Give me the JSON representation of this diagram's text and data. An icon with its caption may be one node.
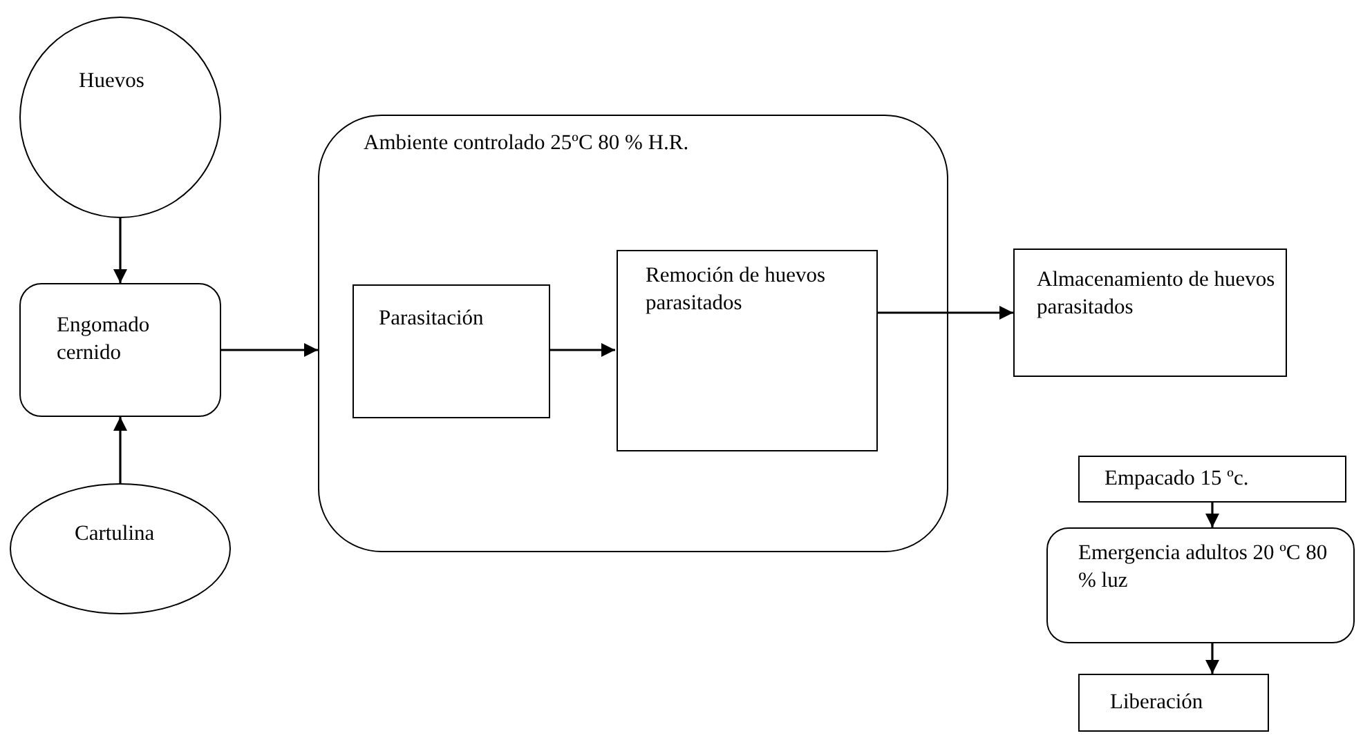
{
  "diagram": {
    "nodes": [
      {
        "text": [
          "Huevos"
        ]
      },
      {
        "text": [
          "Engomado cernido"
        ]
      },
      {
        "text": [
          "Cartulina"
        ]
      },
      {
        "text": [
          "Ambiente controlado 25ºC 80 % H.R."
        ]
      },
      {
        "text": [
          "Parasitación"
        ],
        "in": 3
      },
      {
        "text": [
          "Remoción de huevos parasitados"
        ],
        "in": 3
      },
      {
        "text": [
          "Almacenamiento de huevos parasitados"
        ]
      },
      {
        "text": [
          "Empacado 15 ºc."
        ]
      },
      {
        "text": [
          "Emergencia adultos 20 ºC 80 % luz"
        ]
      },
      {
        "text": [
          "Liberación"
        ]
      }
    ],
    "edges": [
      {
        "from": 0,
        "to": 1,
        "arrow": "to"
      },
      {
        "from": 2,
        "to": 1,
        "arrow": "to"
      },
      {
        "from": 1,
        "to": 3,
        "arrow": "to"
      },
      {
        "from": 4,
        "to": 5,
        "arrow": "to"
      },
      {
        "from": 5,
        "to": 6,
        "arrow": "to"
      },
      {
        "from": 7,
        "to": 8,
        "arrow": "to"
      },
      {
        "from": 8,
        "to": 9,
        "arrow": "to"
      }
    ]
  }
}
